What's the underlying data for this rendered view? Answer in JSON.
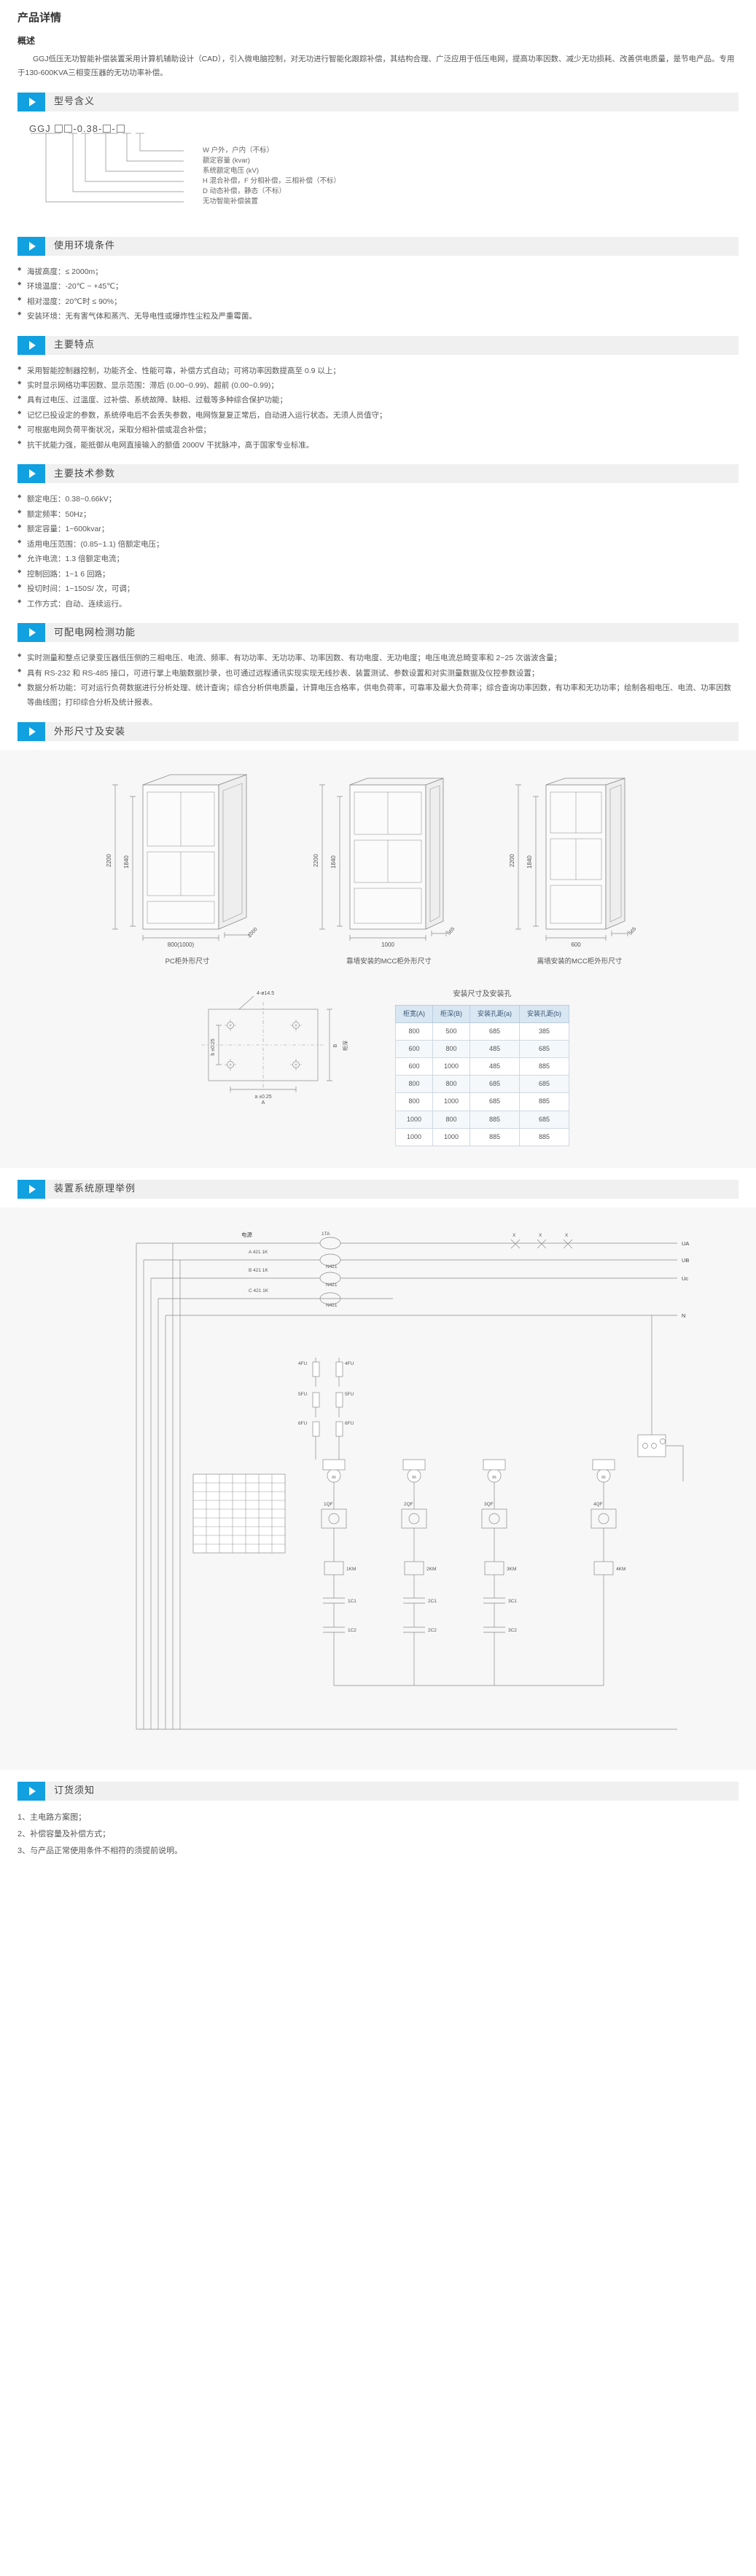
{
  "page": {
    "title": "产品详情",
    "overview_heading": "概述",
    "overview_paragraphs": [
      "GGJ低压无功智能补偿装置采用计算机辅助设计（CAD），引入微电脑控制，对无功进行智能化跟踪补偿，其结构合理、广泛应用于低压电网，提高功率因数、减少无功损耗、改善供电质量，是节电产品。专用于130-600KVA三相变压器的无功功率补偿。"
    ]
  },
  "sections": [
    {
      "id": "model",
      "label": "型号含义"
    },
    {
      "id": "env",
      "label": "使用环境条件"
    },
    {
      "id": "features",
      "label": "主要特点"
    },
    {
      "id": "specs",
      "label": "主要技术参数"
    },
    {
      "id": "grid",
      "label": "可配电网检测功能"
    },
    {
      "id": "dims",
      "label": "外形尺寸及安装"
    },
    {
      "id": "schematic",
      "label": "装置系统原理举例"
    },
    {
      "id": "order",
      "label": "订货须知"
    }
  ],
  "model_designation": {
    "code_prefix": "GGJ",
    "code_mid": "-0.38-",
    "code_tail": "-",
    "callouts": [
      "W 户外，户内（不标）",
      "额定容量 (kvar)",
      "系统额定电压 (kV)",
      "H 混合补偿，F 分相补偿，三相补偿（不标）",
      "D 动态补偿，静态（不标）",
      "无功智能补偿装置"
    ]
  },
  "environment": {
    "items": [
      "海拔高度：≤ 2000m；",
      "环境温度：-20℃ ~ +45℃；",
      "相对湿度：20℃时 ≤ 90%；",
      "安装环境：无有害气体和蒸汽、无导电性或爆炸性尘粒及严重霉菌。"
    ]
  },
  "features": {
    "items": [
      "采用智能控制器控制，功能齐全、性能可靠，补偿方式自动；可将功率因数提高至 0.9 以上；",
      "实时显示网络功率因数、显示范围：滞后 (0.00~0.99)、超前 (0.00~0.99)；",
      "具有过电压、过溫度、过补偿、系统故障、缺相、过载等多种综合保护功能；",
      "记忆已投设定的参数，系统停电后不会丢失参数，电网恢复复正常后，自动进入运行状态。无须人员值守；",
      "可根据电网负荷平衡状况，采取分相补偿或混合补偿；",
      "抗干扰能力强，能抵御从电网直接输入的额值 2000V 干扰脉冲，高于国家专业标准。"
    ]
  },
  "specs": {
    "items": [
      "额定电压：0.38~0.66kV；",
      "额定频率：50Hz；",
      "额定容量：1~600kvar；",
      "适用电压范围：(0.85~1.1) 倍额定电压；",
      "允许电流：1.3 倍额定电流；",
      "控制回路：1~1 6 回路；",
      "投切时间：1~150S/ 次，可调；",
      "工作方式：自动、连续运行。"
    ]
  },
  "grid_functions": {
    "items": [
      "实时测量和整点记录变压器低压侧的三相电压、电流、频率、有功功率、无功功率、功率因数、有功电度、无功电度；电压电流总畸变率和 2~25 次谐波含量；",
      "具有 RS-232 和 RS-485 接口，可进行掌上电脑数据抄录，也可通过远程通讯实现实现无线抄表、装置测试、参数设置和对实测量数据及仪控参数设置；",
      "数据分析功能：可对运行负荷数据进行分析处理、统计查询；综合分析供电质量，计算电压合格率，供电负荷率，可靠率及最大负荷率；综合查询功率因数，有功率和无功功率；绘制各相电压、电流、功率因数等曲线图；打印综合分析及统计报表。"
    ]
  },
  "dimensions": {
    "cabinets": [
      {
        "caption": "PC柜外形尺寸",
        "height": "2200",
        "inner_height": "1840",
        "width": "800(1000)",
        "depth": "1000"
      },
      {
        "caption": "靠墙安装的MCC柜外形尺寸",
        "height": "2200",
        "inner_height": "1840",
        "width": "1000",
        "depth": "565"
      },
      {
        "caption": "离墙安装的MCC柜外形尺寸",
        "height": "2200",
        "inner_height": "1840",
        "width": "600",
        "depth": "565"
      }
    ],
    "baseplate": {
      "hole_label": "4-ø14.5",
      "tol_a": "±0.25",
      "tol_b": "±0.25",
      "dim_a": "A",
      "dim_b": "B",
      "axis_label_h": "柜宽",
      "axis_label_v": "柜深"
    },
    "table": {
      "title": "安装尺寸及安装孔",
      "columns": [
        "柜宽(A)",
        "柜深(B)",
        "安装孔距(a)",
        "安装孔距(b)"
      ],
      "rows": [
        [
          "800",
          "500",
          "685",
          "385"
        ],
        [
          "600",
          "800",
          "485",
          "685"
        ],
        [
          "600",
          "1000",
          "485",
          "885"
        ],
        [
          "800",
          "800",
          "685",
          "685"
        ],
        [
          "800",
          "1000",
          "685",
          "885"
        ],
        [
          "1000",
          "800",
          "885",
          "685"
        ],
        [
          "1000",
          "1000",
          "885",
          "885"
        ]
      ]
    }
  },
  "schematic": {
    "power_label": "电源",
    "fuse_label": "1TA",
    "phase_labels": [
      "A 421  1K",
      "B 421  1K",
      "C 421  1K"
    ],
    "neutral_tags": [
      "N421",
      "N421",
      "N421"
    ],
    "bus_labels": [
      "UA",
      "UB",
      "Uc",
      "N"
    ],
    "switch_labels": [
      "X",
      "X",
      "X"
    ],
    "relay_labels": [
      "4FU",
      "4FU",
      "5FU",
      "5FU",
      "6FU",
      "6FU"
    ],
    "meter_symbol": "m",
    "cap_labels": [
      "1C1",
      "1C2",
      "2C1",
      "2C2",
      "3C1",
      "3C2"
    ],
    "branch_tags": [
      "1QF",
      "2QF",
      "3QF",
      "4QF"
    ],
    "contactor_tags": [
      "1KM",
      "2KM",
      "3KM",
      "4KM"
    ]
  },
  "order_notes": {
    "items": [
      "1、主电路方案图；",
      "2、补偿容量及补偿方式；",
      "3、与产品正常使用条件不相符的须提前说明。"
    ]
  },
  "colors": {
    "accent": "#11a0e0",
    "header_bg": "#f0f0f0",
    "panel_bg": "#f7f7f7",
    "table_header": "#d9e7f3",
    "text": "#555555"
  }
}
